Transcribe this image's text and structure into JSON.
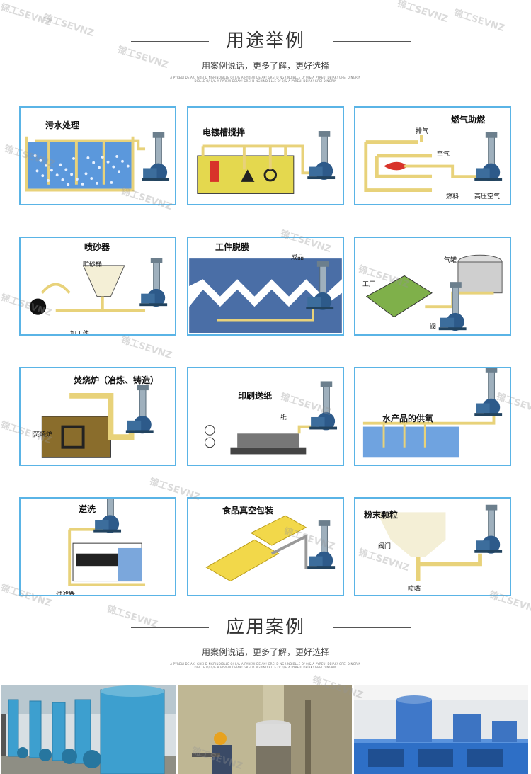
{
  "section1": {
    "title": "用途举例",
    "subtitle": "用案例说话，更多了解，更好选择",
    "fine_print": "A PYREUI DEIAK! GREI D NGRINDIBLLE O/ 0/& A PYREUI DEIAK! GREI D NGRINDIBLLE O/ 0/& A PYREUI DEIAK! GREI D NGRIN DIBLLE O/ 0/& A PYREUI DEIAK! GREI D NGRINDIBLLE O/ 0/& A PYREUI DEIAK! GREI D NGRIN"
  },
  "cards": [
    {
      "label": "污水处理",
      "notes": []
    },
    {
      "label": "电镀槽搅拌",
      "notes": []
    },
    {
      "label": "燃气助燃",
      "notes": [
        "排气",
        "空气",
        "燃料",
        "高压空气"
      ]
    },
    {
      "label": "喷砂器",
      "notes": [
        "贮砂桶",
        "加工件"
      ]
    },
    {
      "label": "工件脱膜",
      "notes": [
        "成品"
      ]
    },
    {
      "label": "",
      "notes": [
        "气罐",
        "工厂",
        "阀"
      ]
    },
    {
      "label": "焚烧炉（冶炼、铸造）",
      "notes": [
        "焚烧炉"
      ]
    },
    {
      "label": "印刷送纸",
      "notes": [
        "纸"
      ]
    },
    {
      "label": "水产品的供氧",
      "notes": []
    },
    {
      "label": "逆洗",
      "notes": [
        "过滤器"
      ]
    },
    {
      "label": "食品真空包装",
      "notes": []
    },
    {
      "label": "粉末颗粒",
      "notes": [
        "阀门",
        "喷嘴"
      ]
    }
  ],
  "section2": {
    "title": "应用案例",
    "subtitle": "用案例说话，更多了解，更好选择",
    "fine_print": "A PYREUI DEIAK! GREI D NGRINDIBLLE O/ 0/& A PYREUI DEIAK! GREI D NGRINDIBLLE O/ 0/& A PYREUI DEIAK! GREI D NGRIN DIBLLE O/ 0/& A PYREUI DEIAK! GREI D NGRINDIBLLE O/ 0/& A PYREUI DEIAK! GREI D NGRIN"
  },
  "watermark": "锦工SEVNZ",
  "colors": {
    "frame": "#5ab4e6",
    "pipe": "#e8d27a",
    "water": "#3f7fd0",
    "machine": "#2d5a8a"
  }
}
